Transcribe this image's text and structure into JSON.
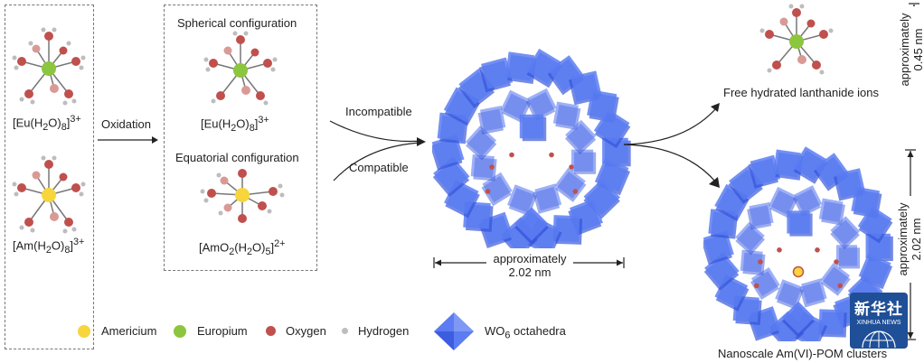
{
  "left_box": {
    "eu_label": {
      "pre": "[Eu(H",
      "s1": "2",
      "mid": "O)",
      "s2": "8",
      "post": "]",
      "sup": "3+"
    },
    "am_label": {
      "pre": "[Am(H",
      "s1": "2",
      "mid": "O)",
      "s2": "8",
      "post": "]",
      "sup": "3+"
    }
  },
  "oxidation_label": "Oxidation",
  "middle_box": {
    "spherical_title": "Spherical configuration",
    "eu_label": {
      "pre": "[Eu(H",
      "s1": "2",
      "mid": "O)",
      "s2": "8",
      "post": "]",
      "sup": "3+"
    },
    "equatorial_title": "Equatorial configuration",
    "amo2_label": {
      "pre": "[AmO",
      "s1": "2",
      "mid": "(H",
      "s2": "2",
      "mid2": "O)",
      "s3": "5",
      "post": "]",
      "sup": "2+"
    }
  },
  "incompatible_label": "Incompatible",
  "compatible_label": "Compatible",
  "center_cluster": {
    "dim_line1": "approximately",
    "dim_line2": "2.02 nm"
  },
  "free_ions": {
    "caption": "Free hydrated lanthanide ions",
    "dim_line1": "approximately",
    "dim_line2": "0.45 nm"
  },
  "am_pom": {
    "caption": "Nanoscale Am(VI)-POM clusters",
    "dim_line1": "approximately",
    "dim_line2": "2.02 nm"
  },
  "legend": {
    "americium": "Americium",
    "europium": "Europium",
    "oxygen": "Oxygen",
    "hydrogen": "Hydrogen",
    "wo6": {
      "pre": "WO",
      "sub": "6",
      "post": " octahedra"
    }
  },
  "watermark": {
    "line1": "新华社",
    "line2": "XINHUA NEWS"
  },
  "colors": {
    "americium": "#f7d53c",
    "europium": "#8cc63f",
    "oxygen": "#c0504d",
    "oxygen_light": "#d99a96",
    "hydrogen": "#bdbdbd",
    "wo6": "#4a6cf0",
    "xinhua_blue": "#1f4f97"
  }
}
